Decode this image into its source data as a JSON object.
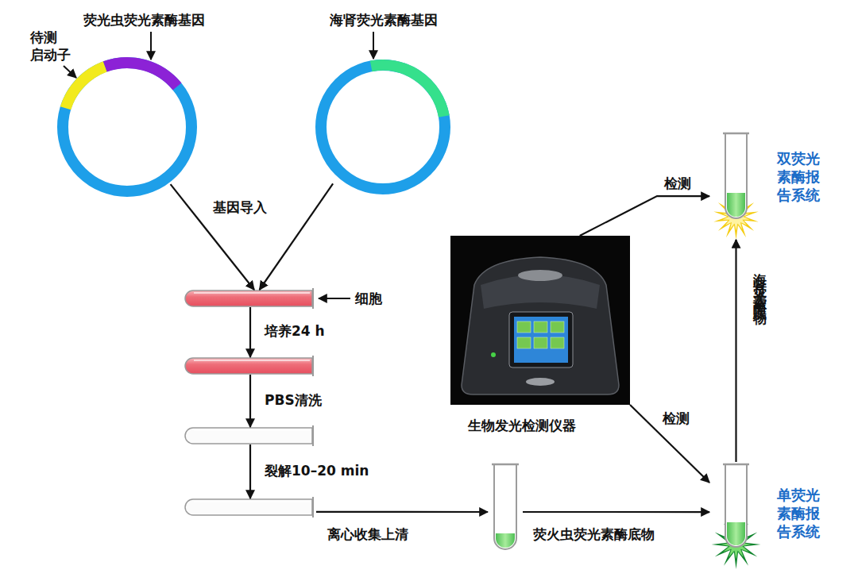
{
  "diagram": {
    "nodes": [
      {
        "text": [
          "荧光虫荧光素酶基因",
          "待测 启动子"
        ]
      },
      {
        "text": [
          "海肾荧光素酶基因"
        ]
      },
      {
        "text": [
          "细胞"
        ]
      },
      {
        "text": []
      },
      {
        "text": []
      },
      {
        "text": []
      },
      {
        "text": []
      },
      {
        "text": [
          "生物发光检测仪器"
        ]
      },
      {
        "text": [
          "双荧光 素酶报 告系统"
        ]
      },
      {
        "text": [
          "单荧光 素酶报 告系统"
        ]
      }
    ],
    "edges": [
      {
        "from": 0,
        "to": 2,
        "arrow": "to",
        "label": "基因导入"
      },
      {
        "from": 1,
        "to": 2,
        "arrow": "to"
      },
      {
        "from": 2,
        "to": 3,
        "arrow": "to",
        "label": "培养24 h"
      },
      {
        "from": 3,
        "to": 4,
        "arrow": "to",
        "label": "PBS清洗"
      },
      {
        "from": 4,
        "to": 5,
        "arrow": "to",
        "label": "裂解10–20 min"
      },
      {
        "from": 5,
        "to": 6,
        "arrow": "to",
        "label": "离心收集上清"
      },
      {
        "from": 6,
        "to": 9,
        "arrow": "to",
        "label": "荧火虫荧光素酶底物"
      },
      {
        "from": 7,
        "to": 9,
        "arrow": "to",
        "label": "检测"
      },
      {
        "from": 7,
        "to": 8,
        "arrow": "to",
        "label": "检测"
      },
      {
        "from": 9,
        "to": 8,
        "arrow": "to",
        "label": "海肾荧光素酶底物"
      }
    ]
  }
}
